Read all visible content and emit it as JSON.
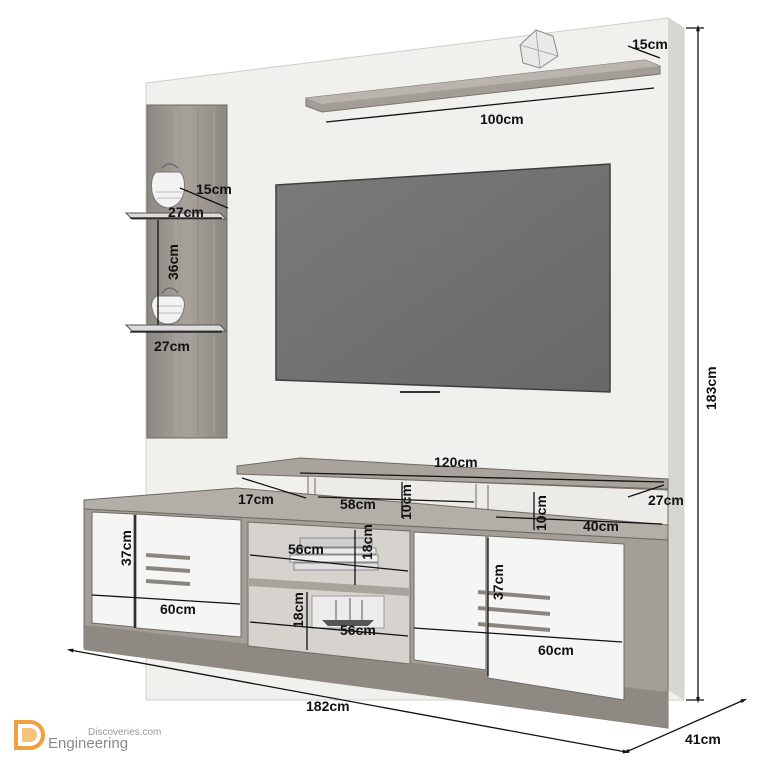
{
  "diagram": {
    "labels": {
      "shelf_top_depth": "15cm",
      "shelf_top_width": "100cm",
      "side_shelf_depth": "15cm",
      "side_shelf1_width": "27cm",
      "side_shelf_gap": "36cm",
      "side_shelf2_width": "27cm",
      "console_width": "120cm",
      "niche_left_width": "17cm",
      "niche_center_width": "58cm",
      "niche_center_height": "10cm",
      "niche_right_height": "10cm",
      "niche_right_width": "40cm",
      "console_depth": "27cm",
      "door_left_height": "37cm",
      "door_left_width": "60cm",
      "center_shelf_width_1": "56cm",
      "center_shelf_height_1": "18cm",
      "center_shelf_height_2": "18cm",
      "center_shelf_width_2": "56cm",
      "door_right_height": "37cm",
      "door_right_width": "60cm",
      "total_height": "183cm",
      "total_width": "182cm",
      "total_depth": "41cm"
    }
  },
  "watermark": {
    "line1": "Discoveries.com",
    "line2": "Engineering"
  },
  "colors": {
    "panel": "#f1f1ee",
    "wood": "#9b958e",
    "wood_dark": "#7f7a73",
    "tv": "#707070",
    "door": "#f6f6f4",
    "line": "#111111"
  }
}
